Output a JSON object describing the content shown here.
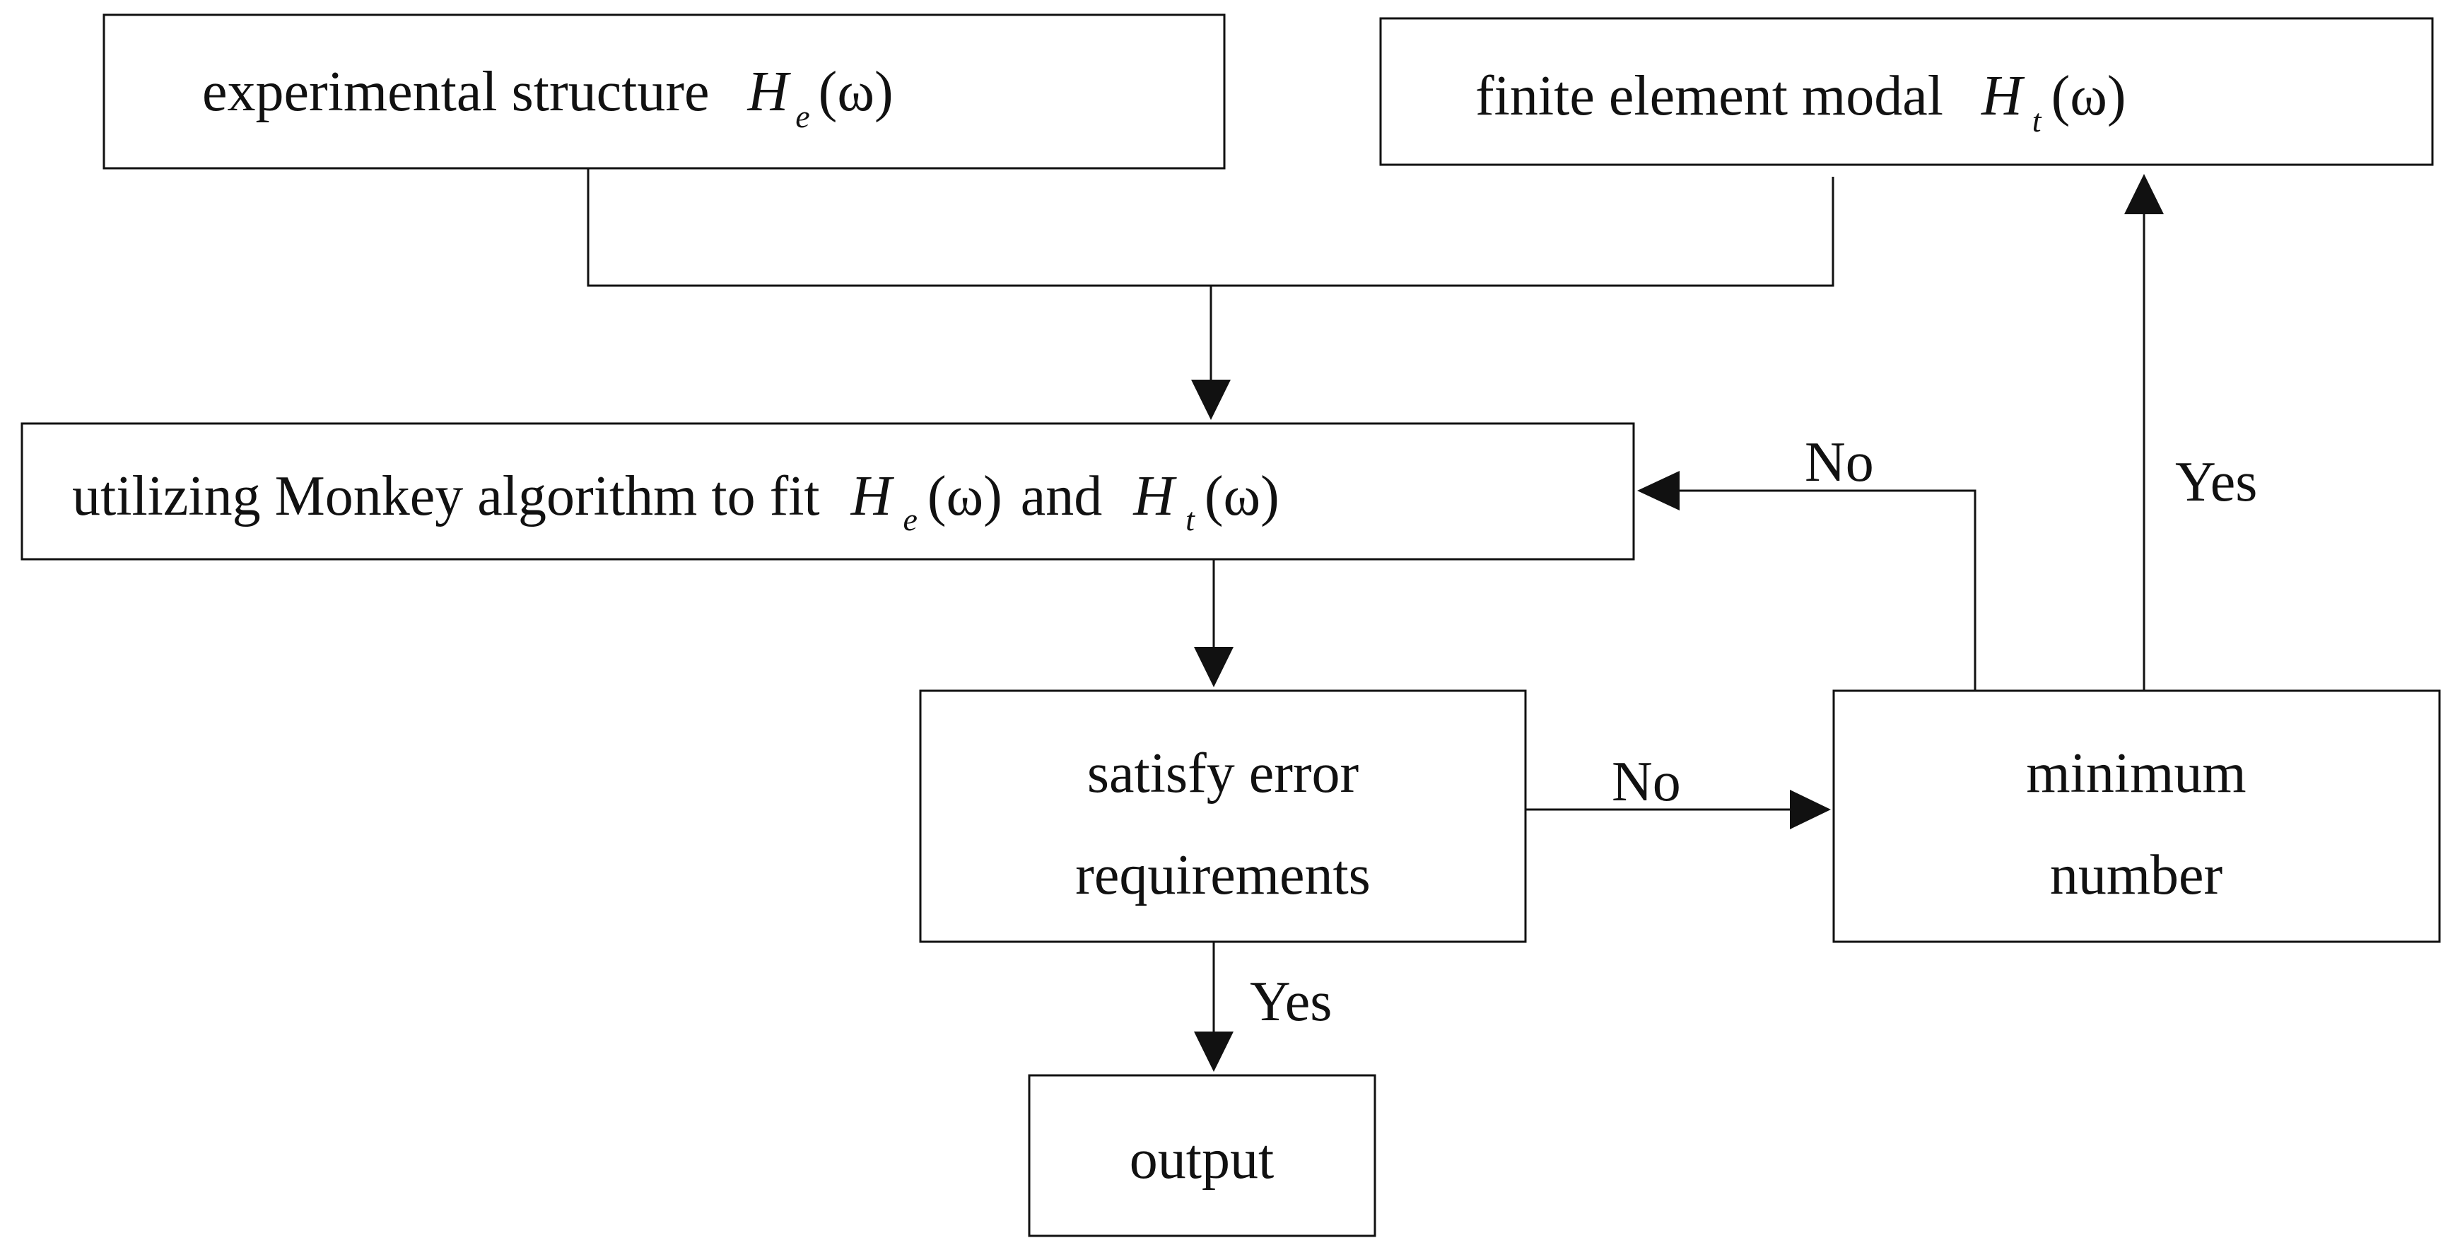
{
  "nodes": {
    "experimental": {
      "text": "experimental structure",
      "symbol": "H",
      "subscript": "e",
      "argument": "(ω)"
    },
    "finite": {
      "text": "finite element modal",
      "symbol": "H",
      "subscript": "t",
      "argument": "(ω)"
    },
    "fit": {
      "text": "utilizing Monkey algorithm to fit",
      "symbol1": "H",
      "subscript1": "e",
      "argument1": "(ω)",
      "connector": "and",
      "symbol2": "H",
      "subscript2": "t",
      "argument2": "(ω)"
    },
    "satisfy": {
      "line1": "satisfy error",
      "line2": "requirements"
    },
    "minimum": {
      "line1": "minimum",
      "line2": "number"
    },
    "output": {
      "text": "output"
    }
  },
  "edges": {
    "satisfy_to_output": "Yes",
    "satisfy_to_minimum": "No",
    "minimum_to_fit": "No",
    "minimum_to_finite": "Yes"
  }
}
